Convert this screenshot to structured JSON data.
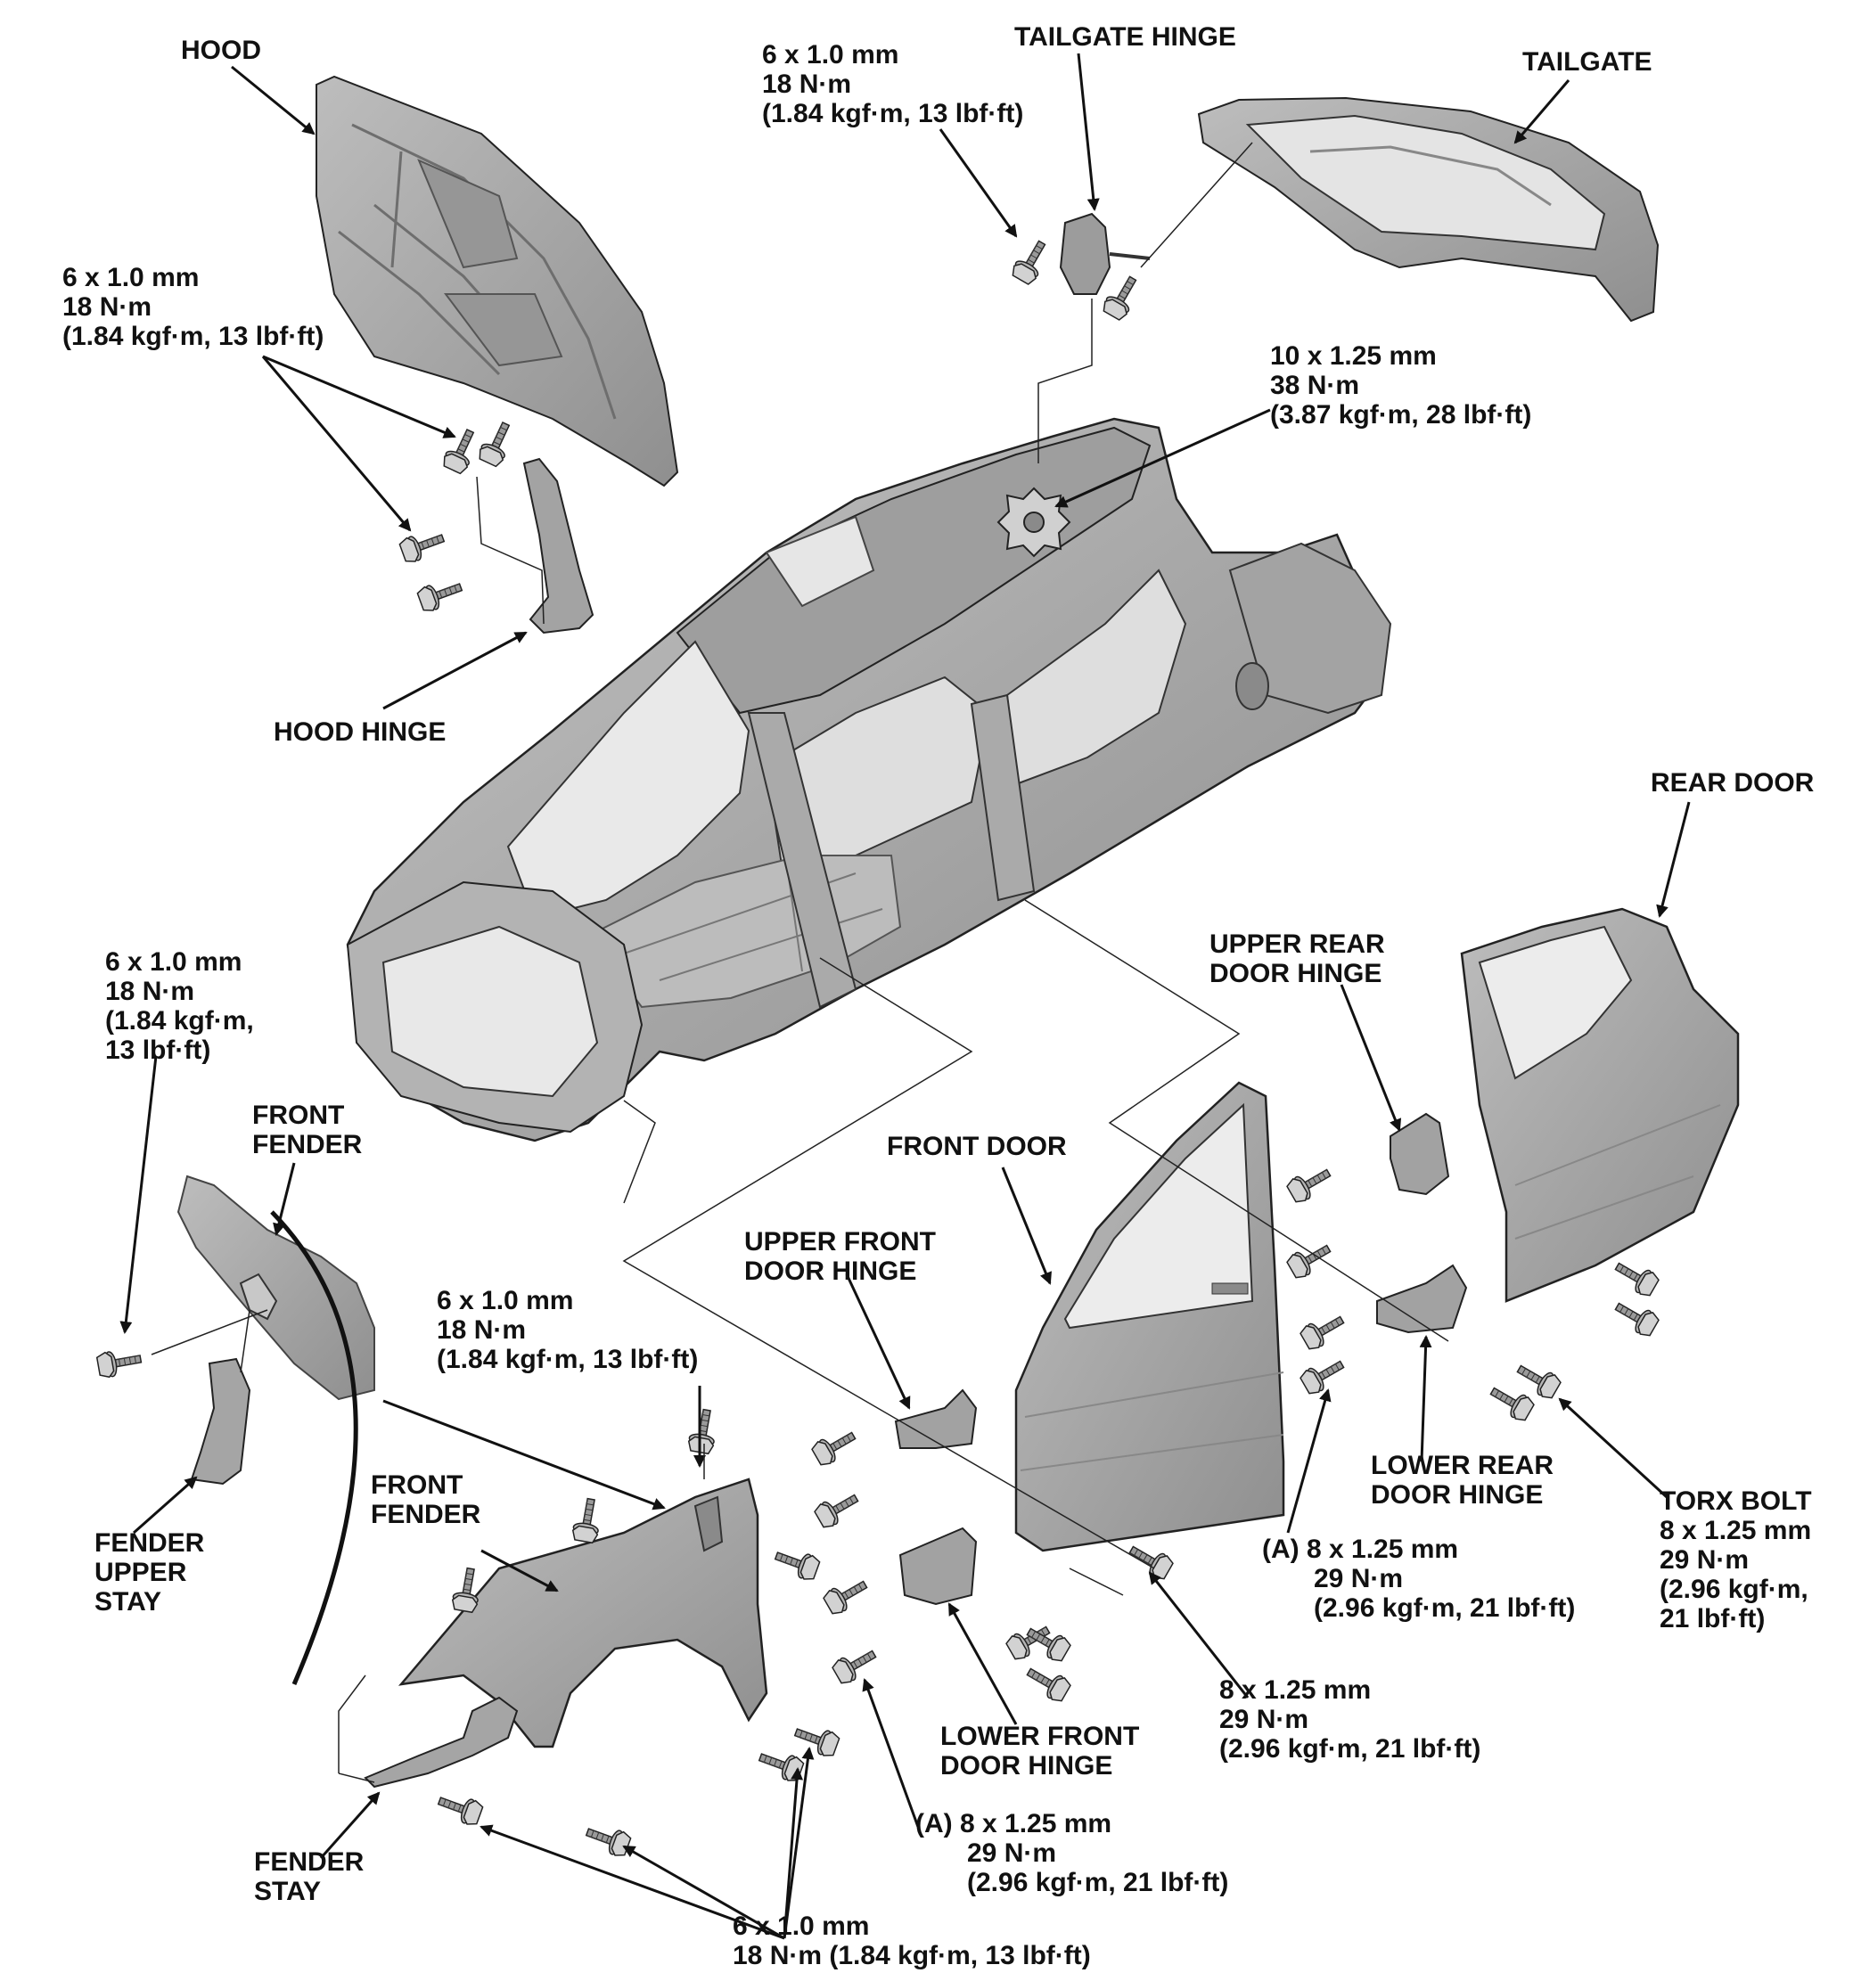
{
  "labels": {
    "hood": "HOOD",
    "hood_bolt_spec": [
      "6 x 1.0 mm",
      "18 N·m",
      "(1.84 kgf·m, 13 lbf·ft)"
    ],
    "hood_hinge": "HOOD HINGE",
    "tailgate_hinge_spec": [
      "6 x 1.0 mm",
      "18 N·m",
      "(1.84 kgf·m, 13 lbf·ft)"
    ],
    "tailgate_hinge": "TAILGATE HINGE",
    "tailgate": "TAILGATE",
    "roof_nut_spec": [
      "10 x 1.25 mm",
      "38 N·m",
      "(3.87 kgf·m, 28 lbf·ft)"
    ],
    "rear_door": "REAR DOOR",
    "upper_rear_door_hinge": [
      "UPPER REAR",
      "DOOR HINGE"
    ],
    "fender_upper_bolt_spec": [
      "6 x 1.0 mm",
      "18 N·m",
      "(1.84 kgf·m,",
      "13 lbf·ft)"
    ],
    "front_fender_detail": [
      "FRONT",
      "FENDER"
    ],
    "front_door": "FRONT DOOR",
    "upper_front_door_hinge": [
      "UPPER FRONT",
      "DOOR HINGE"
    ],
    "fender_top_bolt_spec": [
      "6 x 1.0 mm",
      "18 N·m",
      "(1.84 kgf·m, 13 lbf·ft)"
    ],
    "front_fender": [
      "FRONT",
      "FENDER"
    ],
    "fender_upper_stay": [
      "FENDER",
      "UPPER",
      "STAY"
    ],
    "lower_rear_door_hinge": [
      "LOWER REAR",
      "DOOR HINGE"
    ],
    "torx_bolt_spec": [
      "TORX BOLT",
      "8 x 1.25 mm",
      "29 N·m",
      "(2.96 kgf·m,",
      "21 lbf·ft)"
    ],
    "rear_hinge_bolt_spec": [
      "(A) 8 x 1.25 mm",
      "29 N·m",
      "(2.96 kgf·m, 21 lbf·ft)"
    ],
    "front_door_bolt_spec": [
      "8 x 1.25 mm",
      "29 N·m",
      "(2.96 kgf·m, 21 lbf·ft)"
    ],
    "lower_front_door_hinge": [
      "LOWER FRONT",
      "DOOR HINGE"
    ],
    "front_hinge_bolt_spec": [
      "(A) 8 x 1.25 mm",
      "29 N·m",
      "(2.96 kgf·m, 21 lbf·ft)"
    ],
    "fender_stay": [
      "FENDER",
      "STAY"
    ],
    "fender_lower_bolt_spec": [
      "6 x 1.0 mm",
      "18 N·m (1.84 kgf·m, 13 lbf·ft)"
    ]
  },
  "colors": {
    "part_fill": "#a9a9a9",
    "part_dark": "#7d7d7d",
    "part_light": "#d0d0d0",
    "line": "#111111"
  }
}
